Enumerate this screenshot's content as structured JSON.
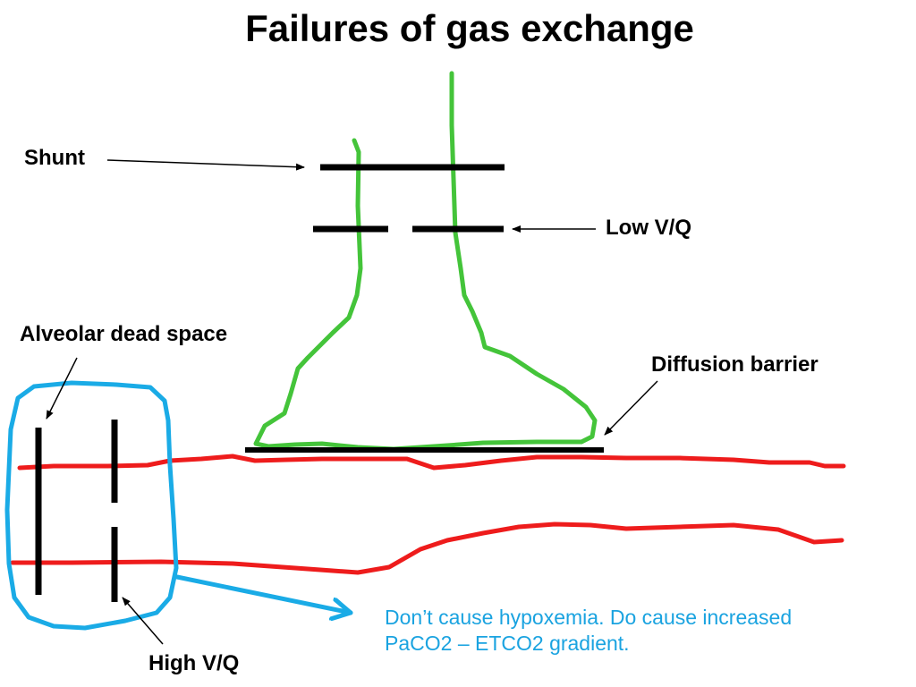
{
  "title": "Failures of gas exchange",
  "labels": {
    "shunt": "Shunt",
    "low_vq": "Low V/Q",
    "alveolar_dead_space": "Alveolar dead space",
    "diffusion_barrier": "Diffusion barrier",
    "high_vq": "High V/Q"
  },
  "note": {
    "line1": "Don’t cause hypoxemia. Do cause increased",
    "line2": "PaCO2 – ETCO2 gradient."
  },
  "colors": {
    "airway": "#44c43a",
    "capillary": "#ee1c1c",
    "highlight": "#1aabe6",
    "barrier": "#000000",
    "note_text": "#1aa3e0"
  }
}
